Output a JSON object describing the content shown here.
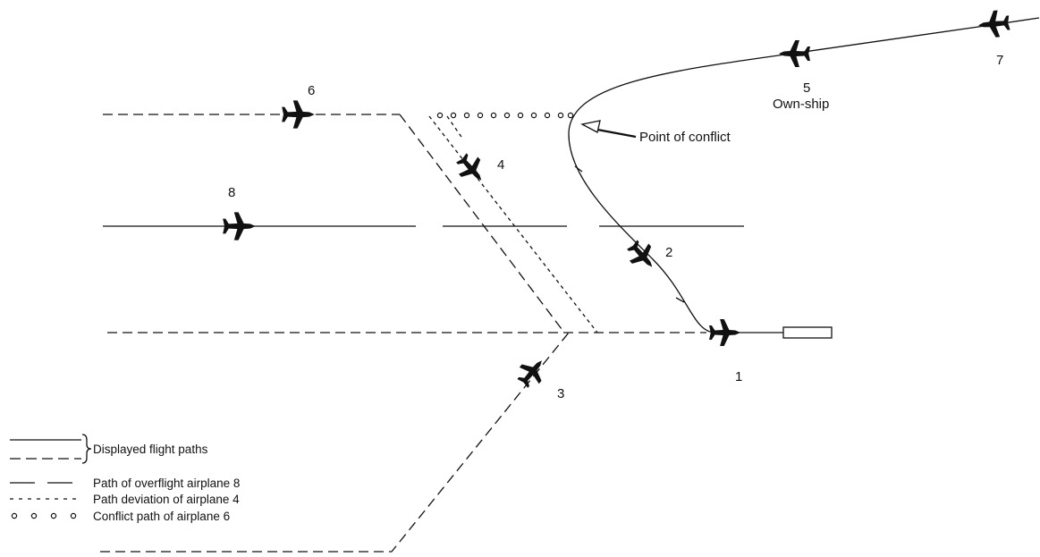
{
  "airplanes": [
    {
      "id": "1",
      "label": "1"
    },
    {
      "id": "2",
      "label": "2"
    },
    {
      "id": "3",
      "label": "3"
    },
    {
      "id": "4",
      "label": "4"
    },
    {
      "id": "5",
      "label": "5",
      "sublabel": "Own-ship"
    },
    {
      "id": "6",
      "label": "6"
    },
    {
      "id": "7",
      "label": "7"
    },
    {
      "id": "8",
      "label": "8"
    }
  ],
  "annotations": {
    "point_of_conflict": "Point of conflict"
  },
  "legend": {
    "displayed_flight_paths": "Displayed flight paths",
    "overflight_path": "Path of overflight airplane 8",
    "path_deviation": "Path deviation of airplane 4",
    "conflict_path": "Conflict path of airplane 6"
  },
  "colors": {
    "ink": "#111111",
    "background": "#ffffff"
  }
}
